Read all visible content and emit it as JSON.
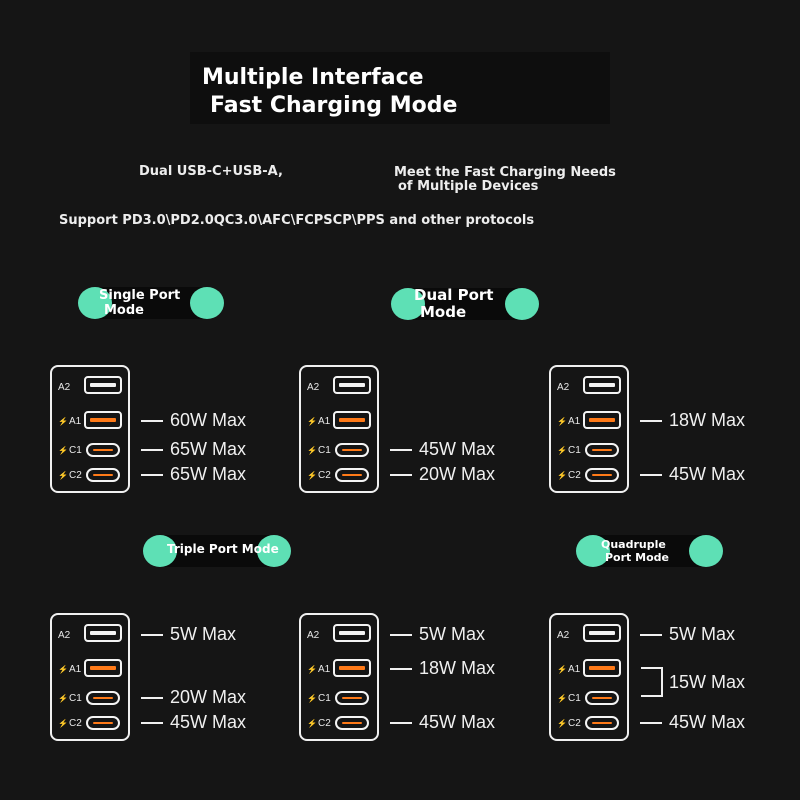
{
  "header": {
    "title_line1": "Multiple Interface",
    "title_line2": "Fast Charging Mode",
    "subtitle_left": "Dual USB-C+USB-A,",
    "subtitle_right_line1": "Meet the Fast Charging Needs",
    "subtitle_right_line2": "of Multiple Devices",
    "protocols": "Support PD3.0\\PD2.0QC3.0\\AFC\\FCPSCP\\PPS and other protocols"
  },
  "colors": {
    "background": "#151515",
    "pill_accent": "#5ee0b5",
    "port_active": "#ff7a18",
    "line": "#f0f0f0"
  },
  "modes": {
    "single_line1": "Single Port",
    "single_line2": "Mode",
    "dual_line1": "Dual Port",
    "dual_line2": "Mode",
    "triple": "Triple Port Mode",
    "quadruple_line1": "Quadruple",
    "quadruple_line2": "Port Mode"
  },
  "port_labels": {
    "a2": "A2",
    "a1": "A1",
    "c1": "C1",
    "c2": "C2",
    "bolt_icon": "lightning-bolt-icon"
  },
  "panels": [
    {
      "outputs": [
        "60W Max",
        "65W Max",
        "65W Max"
      ]
    },
    {
      "outputs": [
        "45W Max",
        "20W Max"
      ]
    },
    {
      "outputs": [
        "18W Max",
        "45W Max"
      ]
    },
    {
      "outputs": [
        "5W Max",
        "20W Max",
        "45W Max"
      ]
    },
    {
      "outputs": [
        "5W Max",
        "18W Max",
        "45W Max"
      ]
    },
    {
      "outputs": [
        "5W Max",
        "15W Max",
        "45W Max"
      ]
    }
  ]
}
